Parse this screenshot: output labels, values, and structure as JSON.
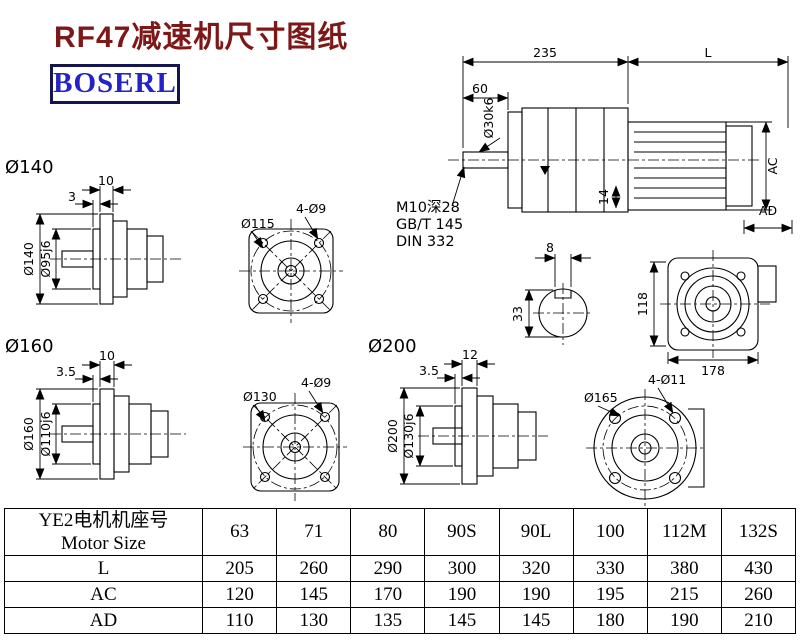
{
  "header": {
    "title": "RF47减速机尺寸图纸",
    "logo_text": "BOSERL"
  },
  "main_view": {
    "dim_235": "235",
    "dim_length": "L",
    "dim_60": "60",
    "shaft_dia": "Ø30k6",
    "dim_ac": "AC",
    "dim_ad": "AD",
    "dim_14": "14",
    "tap_note_line1": "M10深28",
    "tap_note_line2": "GB/T 145",
    "tap_note_line3": "DIN 332",
    "key_width": "8",
    "key_depth": "33"
  },
  "rear_view": {
    "dim_118": "118",
    "dim_178": "178"
  },
  "flange_140": {
    "view_label": "Ø140",
    "flange_thickness": "10",
    "spigot_depth": "3",
    "outer_dia": "Ø140",
    "spigot_dia": "Ø95j6",
    "bolt_holes": "4-Ø9",
    "bolt_circle": "Ø115"
  },
  "flange_160": {
    "view_label": "Ø160",
    "flange_thickness": "10",
    "spigot_depth": "3.5",
    "outer_dia": "Ø160",
    "spigot_dia": "Ø110j6",
    "bolt_holes": "4-Ø9",
    "bolt_circle": "Ø130"
  },
  "flange_200": {
    "view_label": "Ø200",
    "flange_thickness": "12",
    "spigot_depth": "3.5",
    "outer_dia": "Ø200",
    "spigot_dia": "Ø130j6",
    "bolt_holes": "4-Ø11",
    "bolt_circle": "Ø165"
  },
  "table": {
    "row_header": {
      "label_line1": "YE2电机机座号",
      "label_line2": "Motor Size",
      "values": [
        "63",
        "71",
        "80",
        "90S",
        "90L",
        "100",
        "112M",
        "132S"
      ]
    },
    "rows": [
      {
        "label": "L",
        "values": [
          "205",
          "260",
          "290",
          "300",
          "320",
          "330",
          "380",
          "430"
        ]
      },
      {
        "label": "AC",
        "values": [
          "120",
          "145",
          "170",
          "190",
          "190",
          "195",
          "215",
          "260"
        ]
      },
      {
        "label": "AD",
        "values": [
          "110",
          "130",
          "135",
          "145",
          "145",
          "180",
          "190",
          "210"
        ]
      }
    ]
  }
}
